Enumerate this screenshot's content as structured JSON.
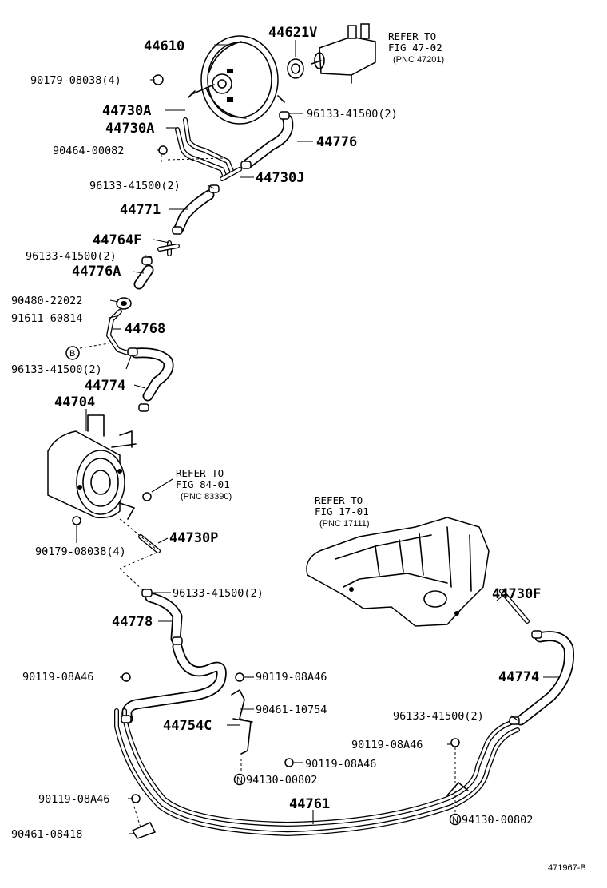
{
  "labels": {
    "l44610": "44610",
    "l44621v": "44621V",
    "refer1": "REFER TO",
    "fig1": "FIG 47-02",
    "pnc1": "(PNC 47201)",
    "l90179a": "90179-08038(4)",
    "l96133a": "96133-41500(2)",
    "l44730a1": "44730A",
    "l44730a2": "44730A",
    "l44776": "44776",
    "l90464": "90464-00082",
    "l96133b": "96133-41500(2)",
    "l44730j": "44730J",
    "l44771": "44771",
    "l44764f": "44764F",
    "l96133c": "96133-41500(2)",
    "l44776a": "44776A",
    "l90480": "90480-22022",
    "l91611": "91611-60814",
    "l44768": "44768",
    "markB": "B",
    "l96133d": "96133-41500(2)",
    "l44774a": "44774",
    "l44704": "44704",
    "refer2": "REFER TO",
    "fig2": "FIG 84-01",
    "pnc2": "(PNC 83390)",
    "l90179b": "90179-08038(4)",
    "l44730p": "44730P",
    "refer3": "REFER TO",
    "fig3": "FIG 17-01",
    "pnc3": "(PNC 17111)",
    "l96133e": "96133-41500(2)",
    "l44778": "44778",
    "l44730f": "44730F",
    "l90119a": "90119-08A46",
    "l90119b": "90119-08A46",
    "l44774b": "44774",
    "l90461a": "90461-10754",
    "l96133f": "96133-41500(2)",
    "l44754c": "44754C",
    "l90119c": "90119-08A46",
    "l90119d": "90119-08A46",
    "markN1": "N",
    "l94130a": "94130-00802",
    "l44761": "44761",
    "l90119e": "90119-08A46",
    "l90461b": "90461-08418",
    "markN2": "N",
    "l94130b": "94130-00802",
    "figid": "471967-B"
  },
  "icons": [
    "vacuum-booster-icon",
    "master-cylinder-icon",
    "vacuum-tank-icon",
    "intake-manifold-icon",
    "hose-clamp-icon",
    "bolt-icon",
    "check-valve-icon",
    "vacuum-hose-icon"
  ]
}
